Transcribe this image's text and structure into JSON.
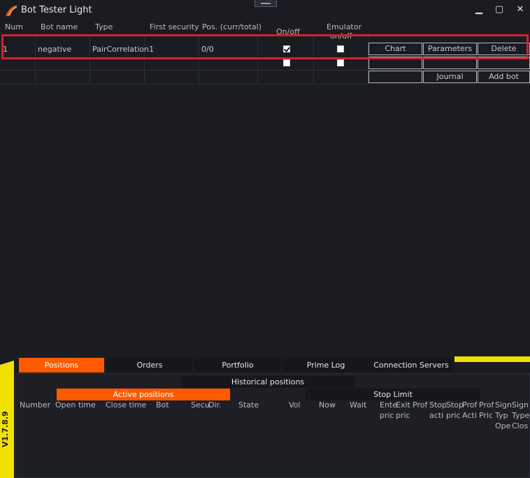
{
  "window": {
    "title": "Bot Tester Light",
    "controls": {
      "minimize": "▁",
      "maximize": "▢",
      "close": "✕"
    }
  },
  "grid": {
    "headers": {
      "num": "Num",
      "bot_name": "Bot name",
      "type": "Type",
      "first_security": "First security",
      "pos": "Pos. (curr/total)",
      "onoff": "On/off",
      "emulator_l1": "Emulator",
      "emulator_l2": "on/off"
    },
    "rows": [
      {
        "num": "1",
        "bot_name": "negative",
        "type": "PairCorrelation1",
        "pos": "0/0",
        "onoff_checked": true,
        "emulator_checked": false
      }
    ],
    "buttons": {
      "chart": "Chart",
      "parameters": "Parameters",
      "delete": "Delete",
      "journal": "Journal",
      "add_bot": "Add bot"
    }
  },
  "bottom": {
    "version": "V1.7.8.9",
    "tabs": [
      "Positions",
      "Orders",
      "Portfolio",
      "Prime Log",
      "Connection Servers"
    ],
    "subtabs": {
      "historical": "Historical positions",
      "active": "Active positions",
      "stop_limit": "Stop Limit"
    },
    "columns": [
      "Number",
      "Open time",
      "Close time",
      "Bot",
      "Secu",
      "Dir.",
      "State",
      "Vol",
      "Now",
      "Wait",
      "Ente\npric",
      "Exit\npric",
      "Prof",
      "Stop\nacti",
      "Stop\npric",
      "Prof\nActi",
      "Prof\nPric",
      "Sign\nTyp\nOpe",
      "Sign\nType\nClos"
    ]
  },
  "colors": {
    "accent": "#ff5a00",
    "highlight": "#d7202a",
    "badge": "#f0e100",
    "background": "#1a1c21"
  }
}
